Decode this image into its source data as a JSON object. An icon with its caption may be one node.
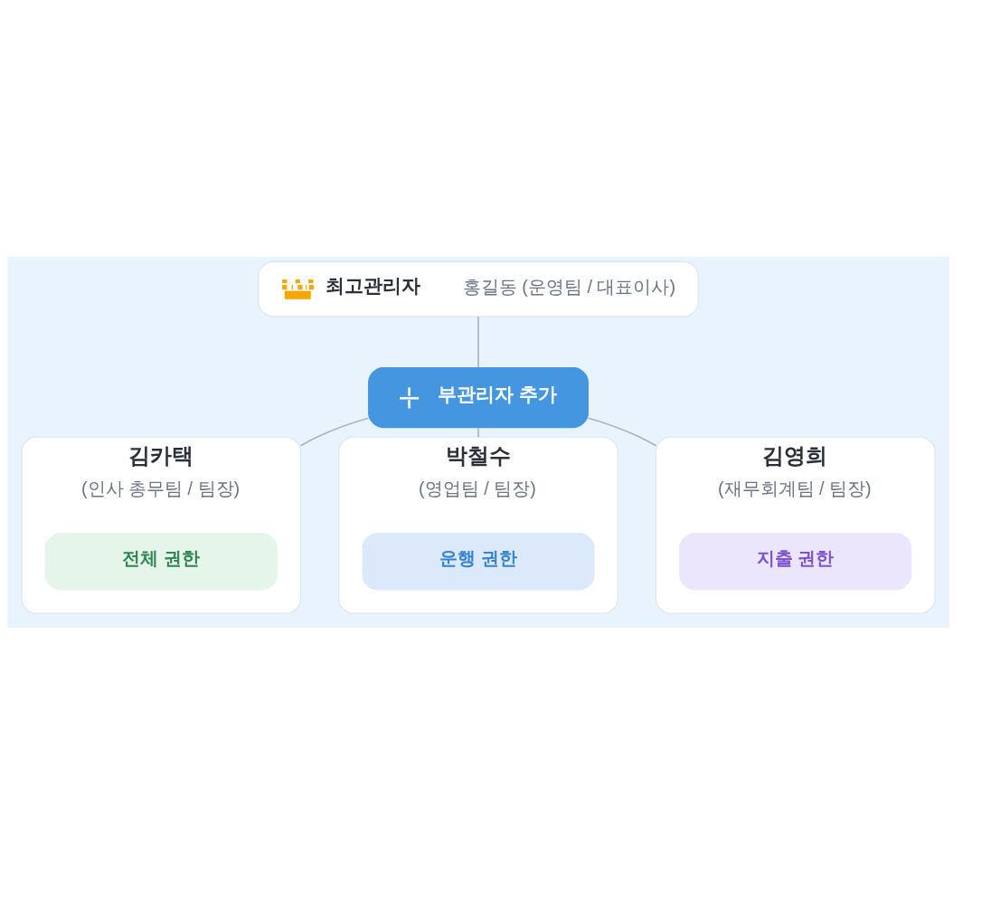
{
  "diagram": {
    "nodes": [
      {
        "text": [
          "최고관리자",
          "홍길동 (운영팀 / 대표이사)"
        ]
      },
      {
        "text": [
          "부관리자 추가"
        ]
      },
      {
        "text": [
          "김카택",
          "(인사 총무팀 / 팀장)"
        ]
      },
      {
        "text": [
          "전체 권한"
        ],
        "in": 2
      },
      {
        "text": [
          "박철수",
          "(영업팀 / 팀장)"
        ]
      },
      {
        "text": [
          "운행 권한"
        ],
        "in": 4
      },
      {
        "text": [
          "김영희",
          "(재무회계팀 / 팀장)"
        ]
      },
      {
        "text": [
          "지출 권한"
        ],
        "in": 6
      }
    ],
    "edges": [
      {
        "from": 0,
        "to": 1,
        "arrow": "none"
      },
      {
        "from": 1,
        "to": 2,
        "arrow": "none"
      },
      {
        "from": 1,
        "to": 4,
        "arrow": "none"
      },
      {
        "from": 1,
        "to": 6,
        "arrow": "none"
      }
    ]
  }
}
